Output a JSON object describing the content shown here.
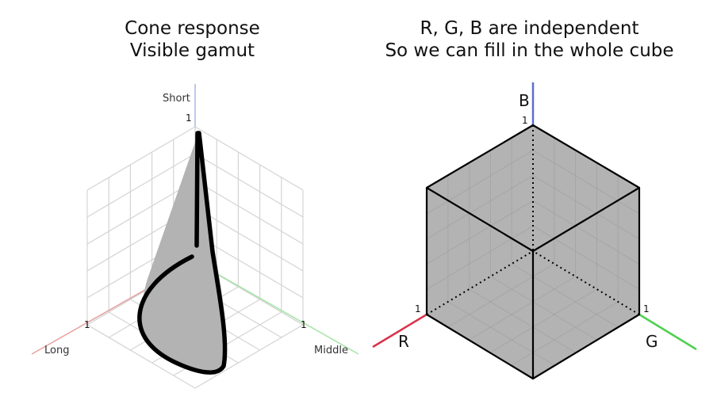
{
  "left_panel": {
    "title_line1": "Cone response",
    "title_line2": "Visible gamut",
    "axis_short": "Short",
    "axis_long": "Long",
    "axis_middle": "Middle",
    "tick_short": "1",
    "tick_long": "1",
    "tick_middle": "1"
  },
  "right_panel": {
    "title_line1": "R, G, B are independent",
    "title_line2": "So we can fill in the whole cube",
    "axis_r": "R",
    "axis_g": "G",
    "axis_b": "B",
    "tick_r": "1",
    "tick_g": "1",
    "tick_b": "1"
  },
  "colors": {
    "red_axis": "#d9324a",
    "green_axis": "#4fcf4f",
    "blue_axis": "#5a6fd0",
    "fill_gray": "#b3b3b3",
    "grid_gray": "#d4d4d4"
  }
}
